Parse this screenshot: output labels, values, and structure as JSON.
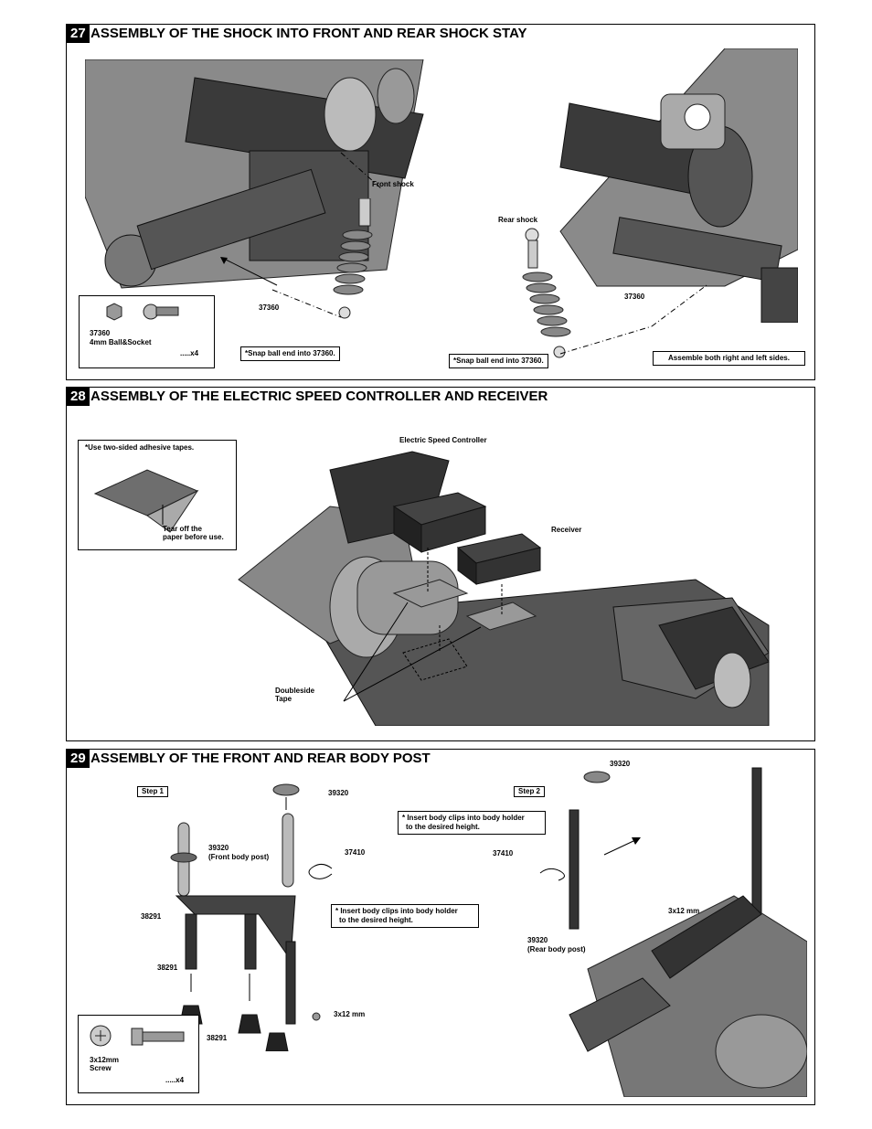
{
  "step27": {
    "number": "27",
    "title": "ASSEMBLY OF THE  SHOCK INTO FRONT AND REAR SHOCK STAY",
    "front_shock": "Front shock",
    "rear_shock": "Rear shock",
    "part_left": "37360",
    "part_right": "37360",
    "parts_box": {
      "part": "37360",
      "desc": "4mm Ball&Socket",
      "qty": ".....x4"
    },
    "note_left": "*Snap ball end into 37360.",
    "note_right": "*Snap ball end into 37360.",
    "note_sides": "Assemble  both right and left sides."
  },
  "step28": {
    "number": "28",
    "title": "ASSEMBLY OF THE ELECTRIC SPEED CONTROLLER AND RECEIVER",
    "tape_note": "*Use two-sided adhesive tapes.",
    "tear_line1": "Tear off the",
    "tear_line2": "paper before use.",
    "esc": "Electric Speed Controller",
    "receiver": "Receiver",
    "tape_line1": "Doubleside",
    "tape_line2": "Tape"
  },
  "step29": {
    "number": "29",
    "title": "ASSEMBLY OF THE FRONT AND REAR BODY POST",
    "step1": "Step 1",
    "step2": "Step 2",
    "p39320_a": "39320",
    "p39320_front": "39320",
    "front_body_post": "(Front body post)",
    "p37410_a": "37410",
    "note_clips_left_1": "* Insert body clips into body holder",
    "note_clips_left_2": "to the desired height.",
    "p38291_a": "38291",
    "p38291_b": "38291",
    "p38291_c": "38291",
    "screw_label": "3x12 mm",
    "screw_box": {
      "size": "3x12mm",
      "name": "Screw",
      "qty": ".....x4"
    },
    "p39320_b": "39320",
    "note_clips_right_1": "* Insert body clips into body holder",
    "note_clips_right_2": "to the desired height.",
    "p37410_b": "37410",
    "screw_label_right": "3x12 mm",
    "p39320_rear": "39320",
    "rear_body_post": "(Rear body post)"
  }
}
